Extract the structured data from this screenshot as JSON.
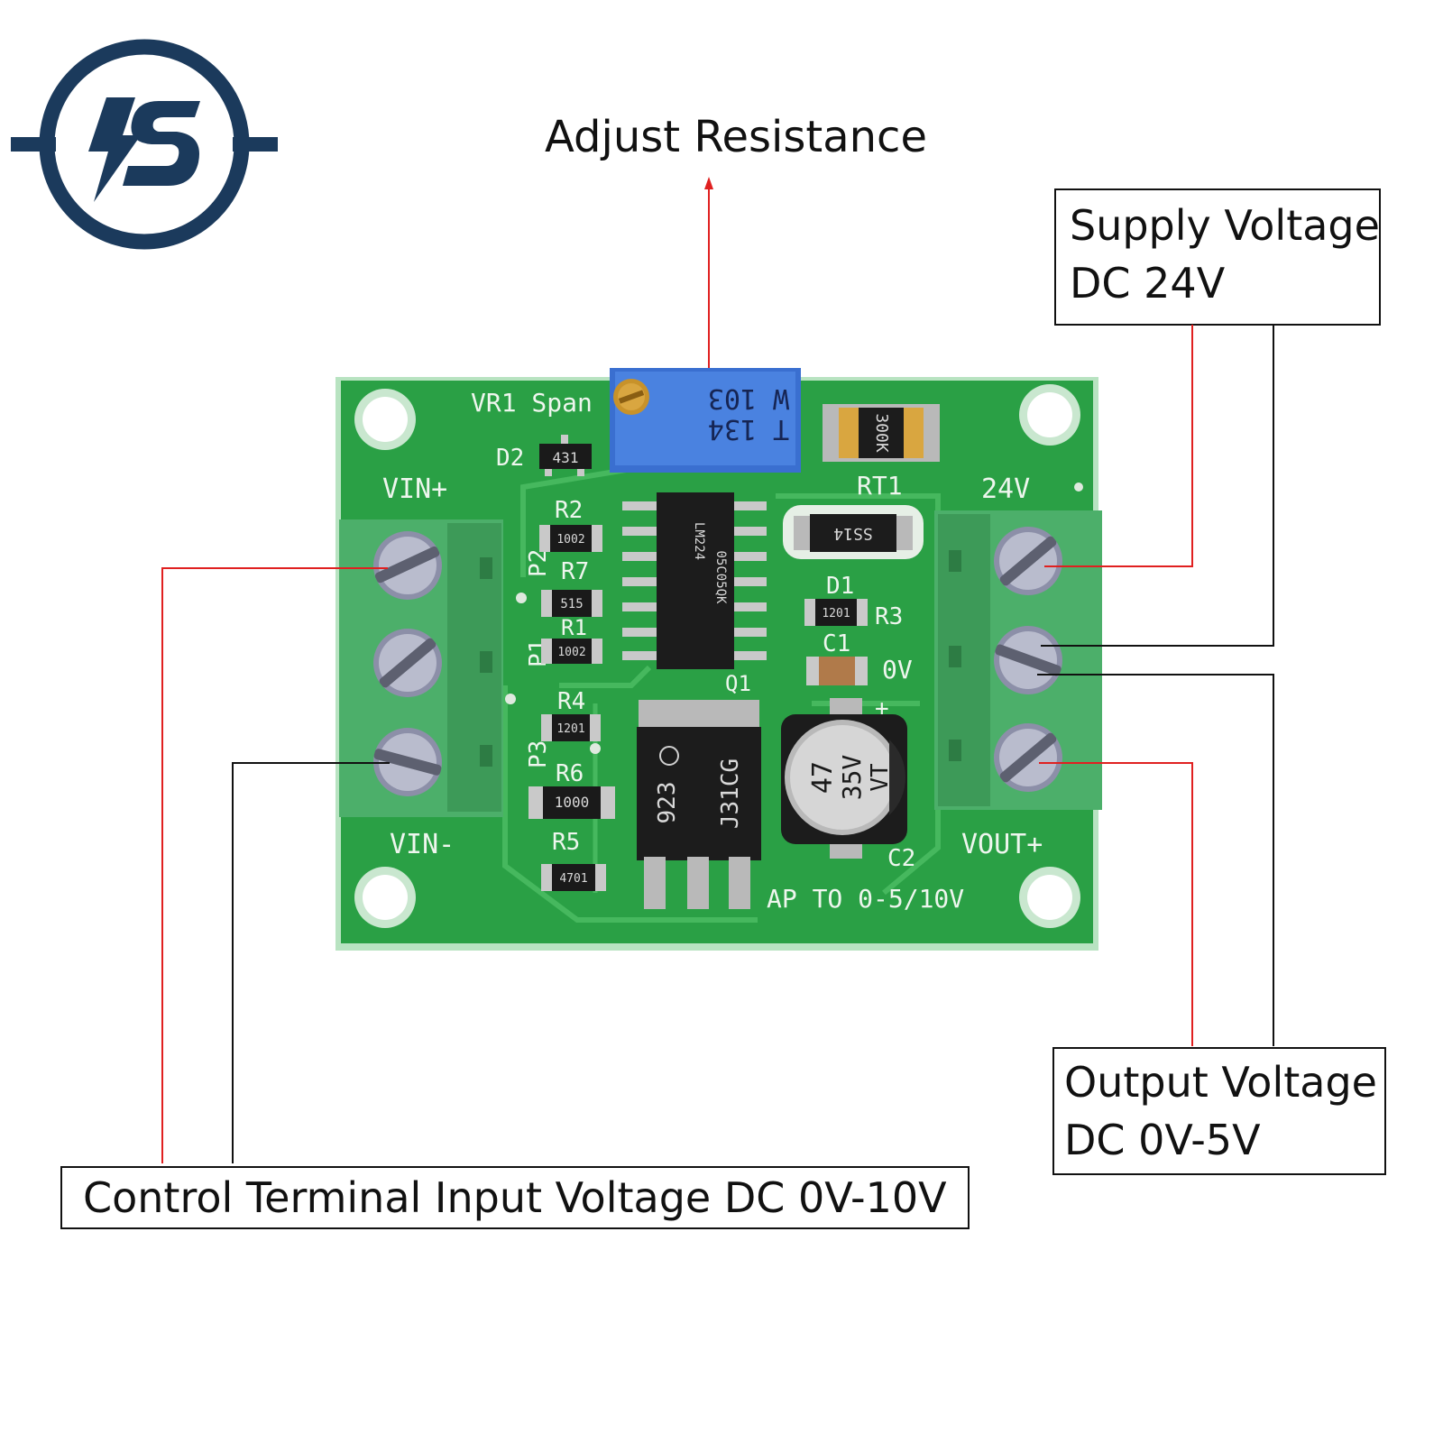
{
  "colors": {
    "brand": "#1b3a5c",
    "pcb": "#2aa045",
    "pcb_border": "#9bd3a8",
    "terminal": "#4caf6a",
    "pot": "#3a6fd0",
    "leader_red": "#e02020",
    "leader_black": "#111111"
  },
  "logo": {
    "icon": "lightning-s-logo-icon"
  },
  "callouts": {
    "adjust": "Adjust Resistance",
    "supply_line1": "Supply Voltage",
    "supply_line2": "DC 24V",
    "output_line1": "Output Voltage",
    "output_line2": "DC 0V-5V",
    "input": "Control Terminal Input Voltage DC 0V-10V"
  },
  "board": {
    "vr1": "VR1 Span",
    "pot_line1": "W 103",
    "pot_line2": "T 134",
    "d2": "D2",
    "d2_chip": "431",
    "vin_plus": "VIN+",
    "vin_minus": "VIN-",
    "p1": "P1",
    "p2": "P2",
    "p3": "P3",
    "r1": "R1",
    "r1_val": "1002",
    "r2": "R2",
    "r2_val": "1002",
    "r3": "R3",
    "r3_val": "1201",
    "r4": "R4",
    "r4_val": "1201",
    "r5": "R5",
    "r5_val": "4701",
    "r6": "R6",
    "r6_val": "1000",
    "r7": "R7",
    "r7_val": "515",
    "ic_line1": "LM224",
    "ic_line2": "05C05QK",
    "q1": "Q1",
    "q1_chip1": "923",
    "q1_chip2": "J31CG",
    "rt1": "RT1",
    "rt1_chip": "300K",
    "d1": "D1",
    "d1_chip": "SS14",
    "c1": "C1",
    "c2": "C2",
    "cap_line1": "47",
    "cap_line2": "35V",
    "cap_line3": "VT",
    "cap_plus": "+",
    "v24": "24V",
    "v0": "0V",
    "vout_plus": "VOUT+",
    "bottom_text": "AP TO 0-5/10V"
  }
}
